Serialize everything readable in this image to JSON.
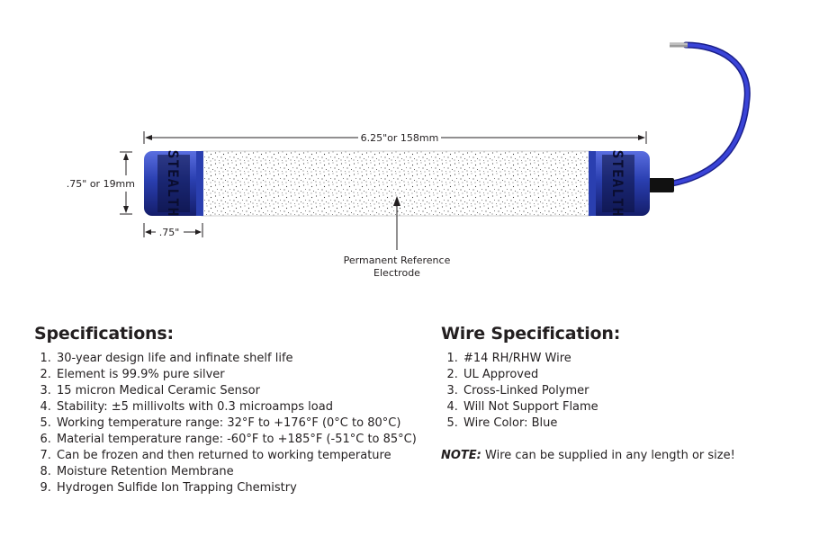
{
  "diagram": {
    "length_label": "6.25\"or 158mm",
    "diameter_label": ".75\" or 19mm",
    "cap_label": ".75\"",
    "callout_label_line1": "Permanent Reference",
    "callout_label_line2": "Electrode",
    "cap_brand_text": "STEALTH",
    "colors": {
      "cap_blue": "#2a3fb0",
      "cap_dark": "#0d1240",
      "wire_blue": "#2a35c8",
      "wire_tip": "#9a9a9a",
      "boot": "#111111"
    }
  },
  "specifications": {
    "title": "Specifications:",
    "items": [
      "30-year design life and infinate shelf life",
      "Element is 99.9% pure silver",
      "15 micron Medical Ceramic Sensor",
      "Stability: ±5 millivolts with 0.3 microamps load",
      "Working temperature range:  32°F to +176°F (0°C to 80°C)",
      "Material temperature range:  -60°F to +185°F (-51°C to 85°C)",
      "Can be frozen and then returned to working temperature",
      "Moisture Retention Membrane",
      "Hydrogen Sulfide Ion Trapping Chemistry"
    ]
  },
  "wire_specification": {
    "title": "Wire Specification:",
    "items": [
      "#14 RH/RHW Wire",
      "UL Approved",
      "Cross-Linked Polymer",
      "Will Not Support Flame",
      "Wire Color: Blue"
    ],
    "note_label": "NOTE:",
    "note_text": " Wire can be supplied in any length or size!"
  }
}
